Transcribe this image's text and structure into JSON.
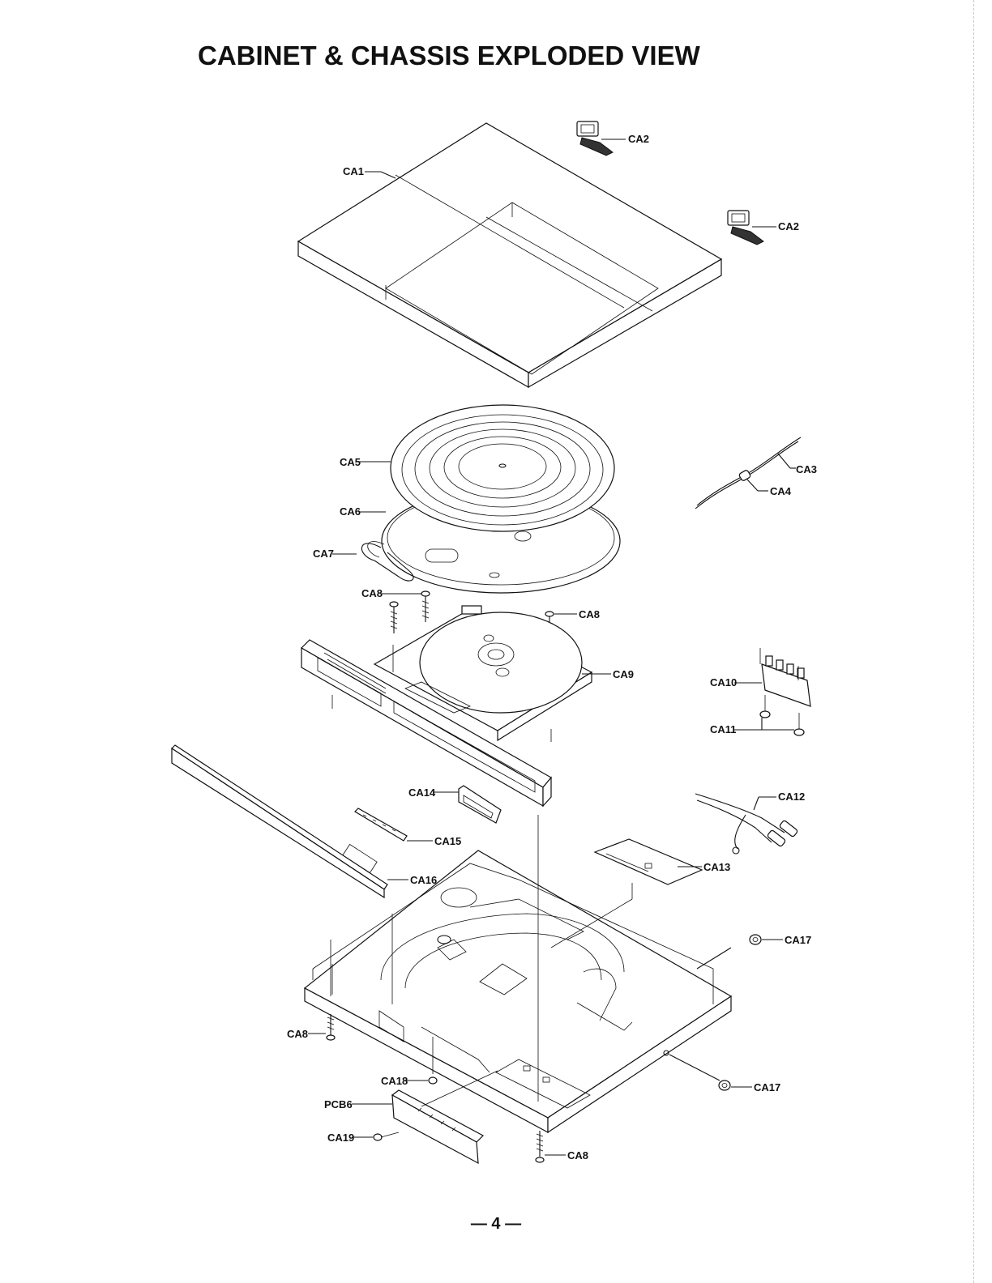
{
  "title": "CABINET & CHASSIS EXPLODED VIEW",
  "page_number": "— 4 —",
  "labels": {
    "ca1": "CA1",
    "ca2": "CA2",
    "ca3": "CA3",
    "ca4": "CA4",
    "ca5": "CA5",
    "ca6": "CA6",
    "ca7": "CA7",
    "ca8": "CA8",
    "ca9": "CA9",
    "ca10": "CA10",
    "ca11": "CA11",
    "ca12": "CA12",
    "ca13": "CA13",
    "ca14": "CA14",
    "ca15": "CA15",
    "ca16": "CA16",
    "ca17": "CA17",
    "ca18": "CA18",
    "ca19": "CA19",
    "pcb6": "PCB6"
  }
}
